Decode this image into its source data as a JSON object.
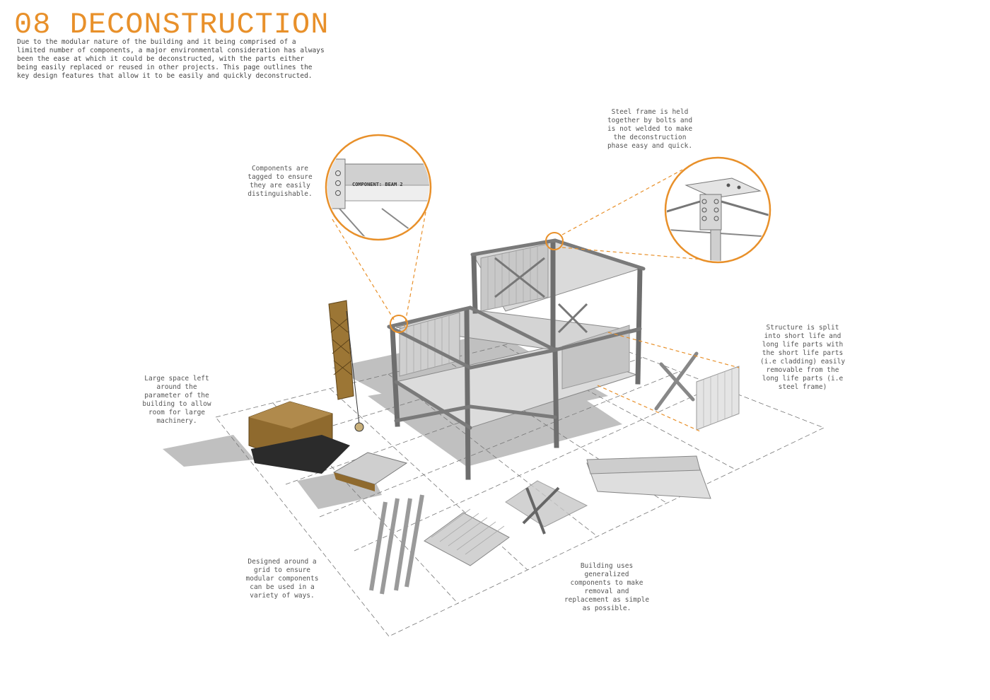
{
  "header": {
    "title": "08 DECONSTRUCTION",
    "intro": "Due to the modular nature of the building and it being comprised of a limited number of components, a major environmental consideration  has always been the ease at which it could be deconstructed, with the parts either being easily replaced or reused in other projects. This page outlines the key design features that allow it to be easily and quickly deconstructed."
  },
  "annotations": {
    "tagged": "Components are tagged to ensure they are easily distinguishable.",
    "bolts": "Steel frame is held together by bolts and is not welded to make the deconstruction phase easy and quick.",
    "space": "Large space left around the parameter of the building to allow room for large machinery.",
    "split": "Structure is split into short life and long life parts with the short life parts (i.e cladding) easily removable from the long life parts (i.e steel frame)",
    "grid": "Designed around a grid to ensure modular components can be used in a variety of ways.",
    "generalized": "Building uses generalized components to make removal and replacement as simple as possible."
  },
  "detail_tag": {
    "text": "COMPONENT: BEAM 2"
  },
  "colors": {
    "accent": "#e8902a",
    "steel": "#8a8a8a",
    "concrete": "#d9d9d9",
    "shadow": "#a9a9a9",
    "crane": "#8f6a2e"
  }
}
